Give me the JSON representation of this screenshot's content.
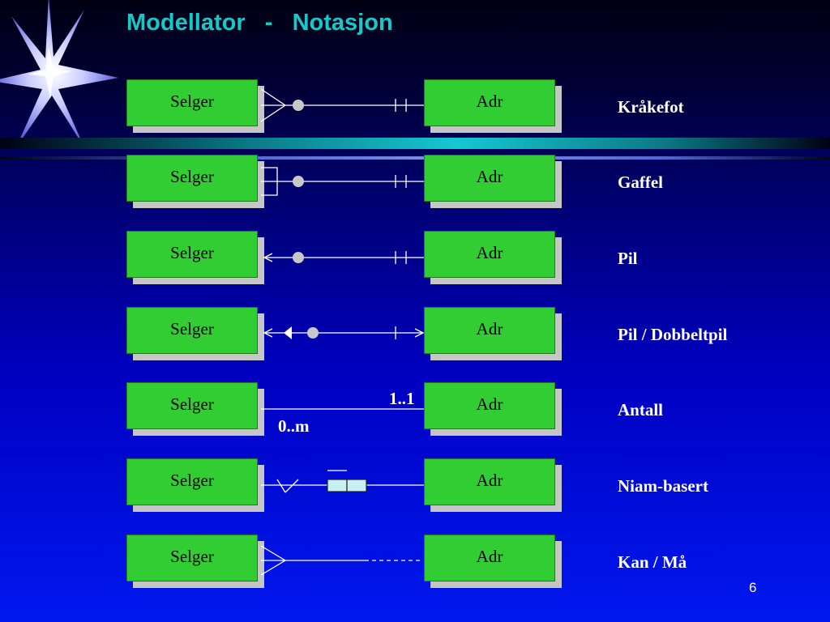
{
  "slide": {
    "title": "Modellator   -   Notasjon",
    "page_number": "6"
  },
  "colors": {
    "title": "#16c8c8",
    "entity_fill": "#32cd32",
    "entity_shadow": "#c6c6c6",
    "connector": "#ffffff",
    "circle": "#c8c8c8",
    "niam_box": "#c8f0f0"
  },
  "rows": [
    {
      "left_entity": "Selger",
      "right_entity": "Adr",
      "label": "Kråkefot"
    },
    {
      "left_entity": "Selger",
      "right_entity": "Adr",
      "label": "Gaffel"
    },
    {
      "left_entity": "Selger",
      "right_entity": "Adr",
      "label": "Pil"
    },
    {
      "left_entity": "Selger",
      "right_entity": "Adr",
      "label": "Pil / Dobbeltpil"
    },
    {
      "left_entity": "Selger",
      "right_entity": "Adr",
      "label": "Antall",
      "card_right": "1..1",
      "card_left": "0..m"
    },
    {
      "left_entity": "Selger",
      "right_entity": "Adr",
      "label": "Niam-basert"
    },
    {
      "left_entity": "Selger",
      "right_entity": "Adr",
      "label": "Kan / Må"
    }
  ]
}
